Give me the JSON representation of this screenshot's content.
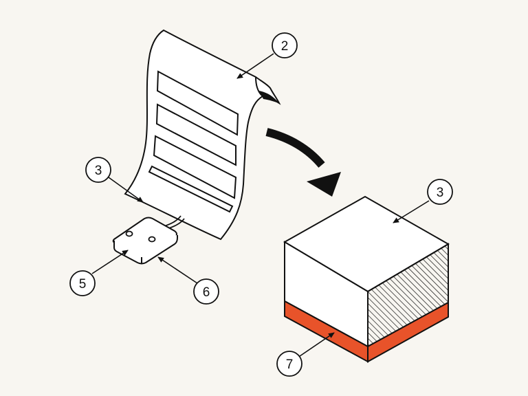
{
  "colors": {
    "background": "#f8f6f1",
    "ink": "#111111",
    "accent": "#e8532a",
    "paper": "#ffffff"
  },
  "callouts": {
    "sheet": "2",
    "sheet_edge": "3",
    "block_top": "3",
    "sensor_left": "5",
    "sensor_right": "6",
    "block_base": "7"
  }
}
